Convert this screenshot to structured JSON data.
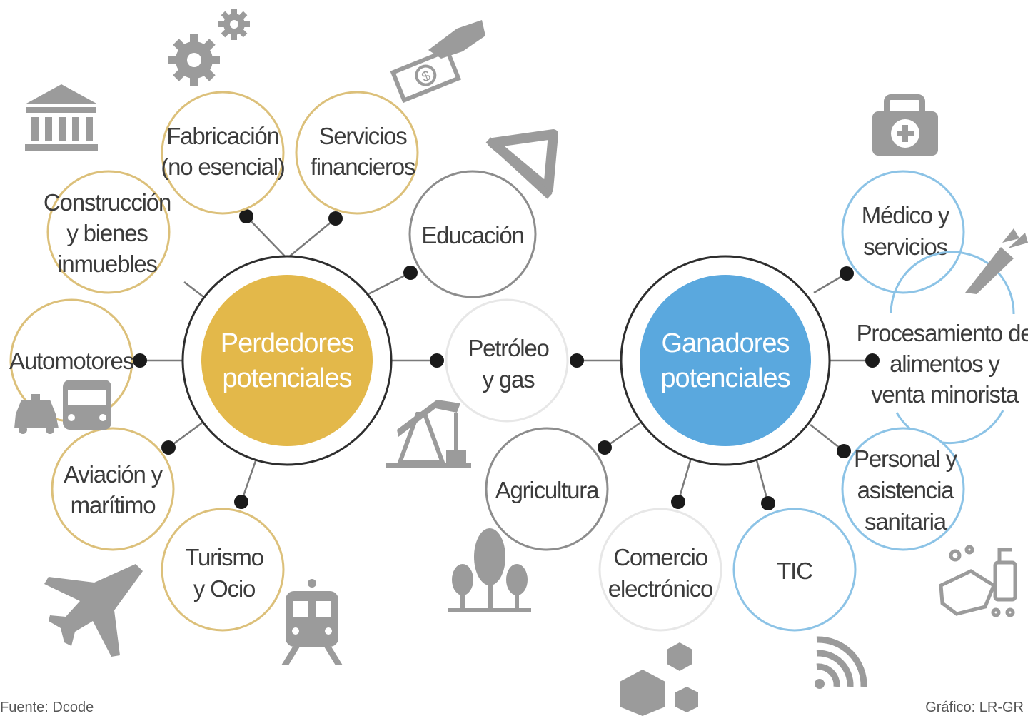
{
  "colors": {
    "loser_accent": "#e3b84a",
    "loser_ring": "#dcc07a",
    "winner_accent": "#5aa8de",
    "winner_ring": "#8cc3e6",
    "neutral_ring": "#8d8d8d",
    "icon_gray": "#9b9b9b",
    "text": "#3c3c3c"
  },
  "hubs": {
    "losers": {
      "line1": "Perdedores",
      "line2": "potenciales"
    },
    "winners": {
      "line1": "Ganadores",
      "line2": "potenciales"
    }
  },
  "losers_nodes": [
    {
      "lines": [
        "Construcción",
        "y bienes",
        "inmuebles"
      ],
      "icon": "bank-building-icon"
    },
    {
      "lines": [
        "Fabricación",
        "(no esencial)"
      ],
      "icon": "gears-icon"
    },
    {
      "lines": [
        "Servicios",
        "financieros"
      ],
      "icon": "hand-money-icon"
    },
    {
      "lines": [
        "Automotores"
      ],
      "icon": "car-bus-icon"
    },
    {
      "lines": [
        "Aviación y",
        "marítimo"
      ],
      "icon": "airplane-icon"
    },
    {
      "lines": [
        "Turismo",
        "y Ocio"
      ],
      "icon": "train-icon"
    }
  ],
  "shared_nodes": [
    {
      "lines": [
        "Educación"
      ],
      "icon": "ruler-triangle-icon"
    },
    {
      "lines": [
        "Petróleo",
        "y gas"
      ],
      "icon": "oil-pump-icon"
    },
    {
      "lines": [
        "Agricultura"
      ],
      "icon": "trees-icon"
    }
  ],
  "winners_nodes": [
    {
      "lines": [
        "Médico y",
        "servicios"
      ],
      "icon": "medical-kit-icon"
    },
    {
      "lines": [
        "Procesamiento de",
        "alimentos y",
        "venta minorista"
      ],
      "icon": "carrot-icon"
    },
    {
      "lines": [
        "Personal y",
        "asistencia",
        "sanitaria"
      ],
      "icon": "hand-wash-icon"
    },
    {
      "lines": [
        "Comercio",
        "electrónico"
      ],
      "icon": "boxes-icon"
    },
    {
      "lines": [
        "TIC"
      ],
      "icon": "wifi-icon"
    }
  ],
  "footer": {
    "source": "Fuente: Dcode",
    "credit": "Gráfico: LR-GR"
  }
}
